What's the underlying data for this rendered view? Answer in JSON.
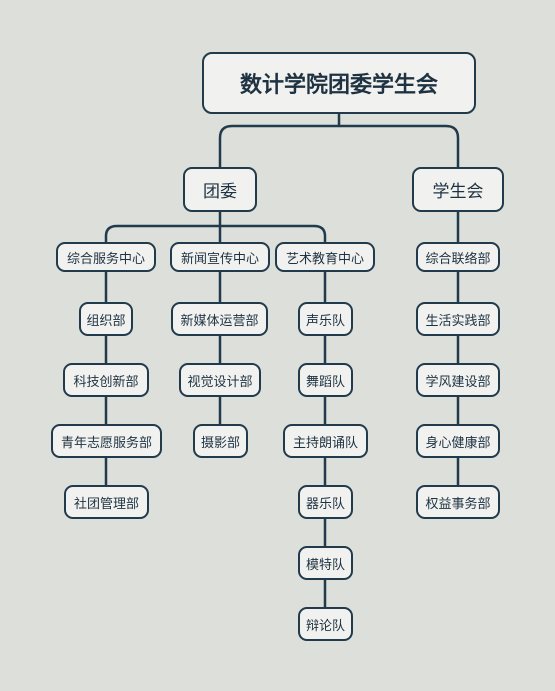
{
  "title": "数计学院团委学生会",
  "groups": {
    "tuanwei": "团委",
    "xueshenghui": "学生会"
  },
  "centers": {
    "zonghe": "综合服务中心",
    "xinwen": "新闻宣传中心",
    "yishu": "艺术教育中心"
  },
  "zonghe_items": [
    "组织部",
    "科技创新部",
    "青年志愿服务部",
    "社团管理部"
  ],
  "xinwen_items": [
    "新媒体运营部",
    "视觉设计部",
    "摄影部"
  ],
  "yishu_items": [
    "声乐队",
    "舞蹈队",
    "主持朗诵队",
    "器乐队",
    "模特队",
    "辩论队"
  ],
  "xsh_items": [
    "综合联络部",
    "生活实践部",
    "学风建设部",
    "身心健康部",
    "权益事务部"
  ],
  "colors": {
    "border": "#213a4c",
    "background": "#dcdfda",
    "box": "#f1f2ef"
  }
}
